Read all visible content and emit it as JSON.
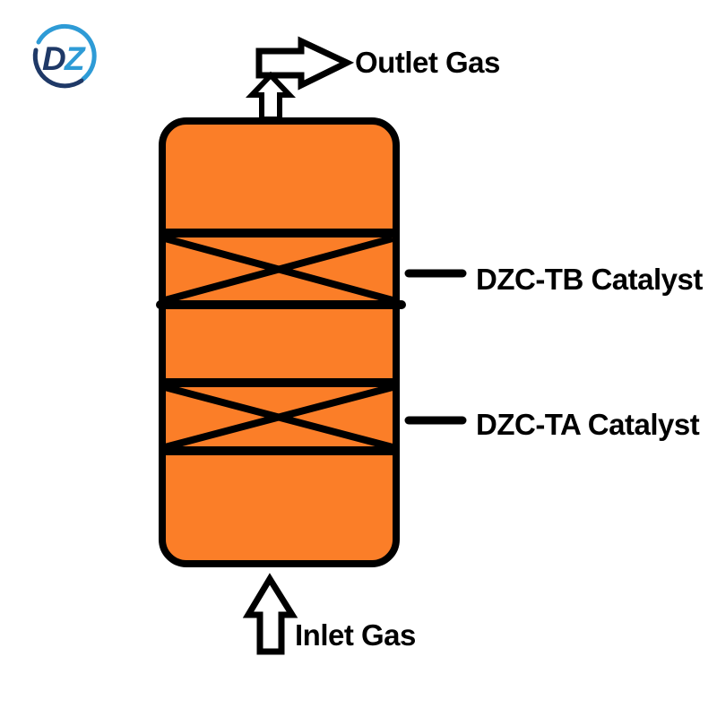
{
  "logo": {
    "letter_d": "D",
    "letter_z": "Z",
    "color_dark": "#1F3967",
    "color_light": "#2E9BD6"
  },
  "diagram": {
    "vessel": {
      "fill_color": "#FB7E28",
      "stroke_color": "#000000"
    },
    "outlet": {
      "label": "Outlet Gas"
    },
    "inlet": {
      "label": "Inlet Gas"
    },
    "beds": [
      {
        "position": "upper",
        "label": "DZC-TB Catalyst"
      },
      {
        "position": "lower",
        "label": "DZC-TA Catalyst"
      }
    ]
  }
}
